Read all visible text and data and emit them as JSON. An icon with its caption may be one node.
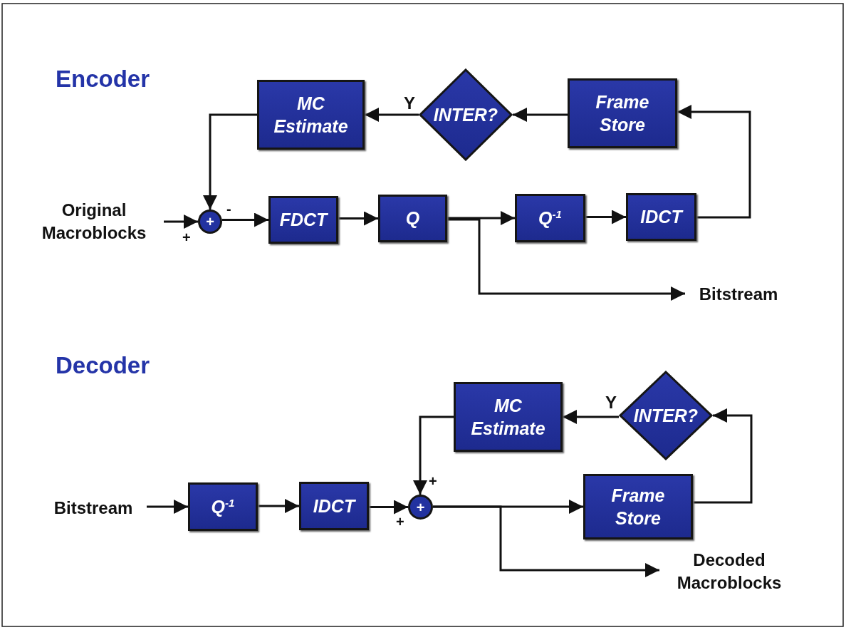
{
  "diagram": {
    "nodes": [
      {
        "text": [
          "Original Macroblocks"
        ]
      },
      {
        "text": [
          "+"
        ]
      },
      {
        "text": [
          "MC Estimate"
        ]
      },
      {
        "text": [
          "INTER?"
        ]
      },
      {
        "text": [
          "Frame Store"
        ]
      },
      {
        "text": [
          "FDCT"
        ]
      },
      {
        "text": [
          "Q"
        ]
      },
      {
        "text": [
          "Q$^{-1}$"
        ]
      },
      {
        "text": [
          "IDCT"
        ]
      },
      {
        "text": [
          "Bitstream"
        ]
      },
      {
        "text": [
          "Bitstream"
        ]
      },
      {
        "text": [
          "Q$^{-1}$"
        ]
      },
      {
        "text": [
          "IDCT"
        ]
      },
      {
        "text": [
          "+"
        ]
      },
      {
        "text": [
          "MC Estimate"
        ]
      },
      {
        "text": [
          "INTER?"
        ]
      },
      {
        "text": [
          "Frame Store"
        ]
      },
      {
        "text": [
          "Decoded Macroblocks"
        ]
      }
    ],
    "edges": [
      {
        "from": 0,
        "to": 1,
        "arrow": "to"
      },
      {
        "from": 2,
        "to": 1,
        "arrow": "to"
      },
      {
        "from": 3,
        "to": 2,
        "arrow": "to",
        "label": "Y"
      },
      {
        "from": 4,
        "to": 3,
        "arrow": "to"
      },
      {
        "from": 1,
        "to": 5,
        "arrow": "to"
      },
      {
        "from": 5,
        "to": 6,
        "arrow": "to"
      },
      {
        "from": 6,
        "to": 7,
        "arrow": "to"
      },
      {
        "from": 6,
        "to": 9,
        "arrow": "to"
      },
      {
        "from": 7,
        "to": 8,
        "arrow": "to"
      },
      {
        "from": 8,
        "to": 4,
        "arrow": "to"
      },
      {
        "from": 10,
        "to": 11,
        "arrow": "to"
      },
      {
        "from": 11,
        "to": 12,
        "arrow": "to"
      },
      {
        "from": 12,
        "to": 13,
        "arrow": "to"
      },
      {
        "from": 14,
        "to": 13,
        "arrow": "to"
      },
      {
        "from": 15,
        "to": 14,
        "arrow": "to",
        "label": "Y"
      },
      {
        "from": 16,
        "to": 15,
        "arrow": "to"
      },
      {
        "from": 13,
        "to": 16,
        "arrow": "to"
      },
      {
        "from": 13,
        "to": 17,
        "arrow": "to"
      }
    ],
    "labels": [
      "Encoder",
      "-",
      "+",
      "Decoder",
      "+",
      "+"
    ]
  }
}
